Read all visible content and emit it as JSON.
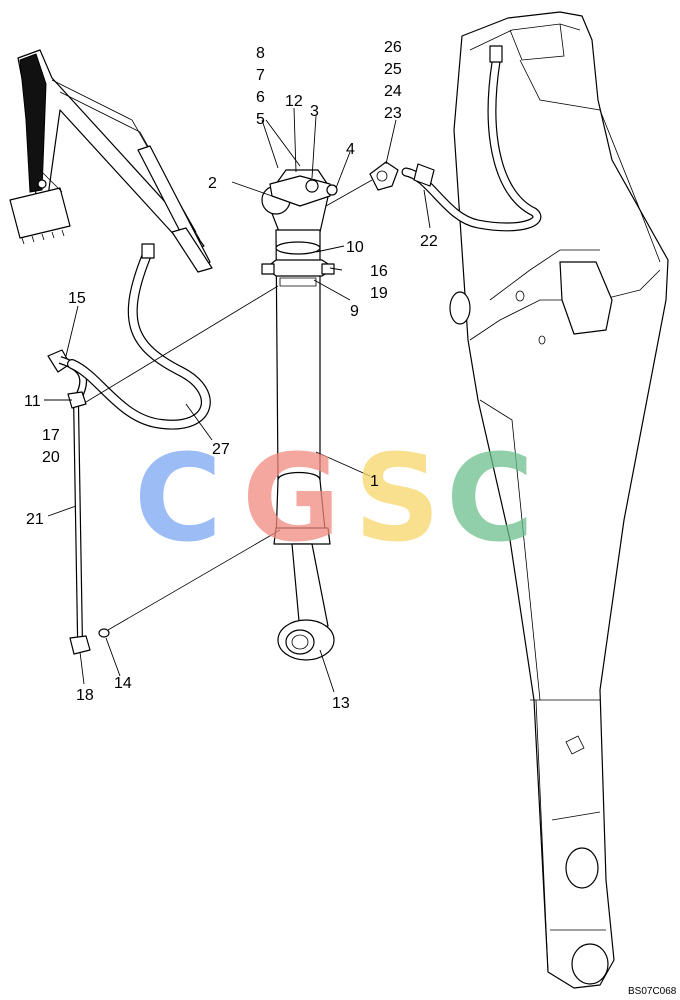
{
  "callouts": [
    {
      "id": "c8",
      "label": "8"
    },
    {
      "id": "c7",
      "label": "7"
    },
    {
      "id": "c6",
      "label": "6"
    },
    {
      "id": "c5",
      "label": "5"
    },
    {
      "id": "c12",
      "label": "12"
    },
    {
      "id": "c3",
      "label": "3"
    },
    {
      "id": "c4",
      "label": "4"
    },
    {
      "id": "c2",
      "label": "2"
    },
    {
      "id": "c26",
      "label": "26"
    },
    {
      "id": "c25",
      "label": "25"
    },
    {
      "id": "c24",
      "label": "24"
    },
    {
      "id": "c23",
      "label": "23"
    },
    {
      "id": "c22",
      "label": "22"
    },
    {
      "id": "c10",
      "label": "10"
    },
    {
      "id": "c16",
      "label": "16"
    },
    {
      "id": "c19",
      "label": "19"
    },
    {
      "id": "c9",
      "label": "9"
    },
    {
      "id": "c15",
      "label": "15"
    },
    {
      "id": "c11",
      "label": "11"
    },
    {
      "id": "c17",
      "label": "17"
    },
    {
      "id": "c20",
      "label": "20"
    },
    {
      "id": "c27",
      "label": "27"
    },
    {
      "id": "c1",
      "label": "1"
    },
    {
      "id": "c21",
      "label": "21"
    },
    {
      "id": "c14",
      "label": "14"
    },
    {
      "id": "c18",
      "label": "18"
    },
    {
      "id": "c13",
      "label": "13"
    }
  ],
  "figure_code": "BS07C068",
  "watermark": {
    "letters": [
      "C",
      "G",
      "S",
      "C"
    ],
    "colors": [
      "#7aa6f2",
      "#f08a80",
      "#f7d66a",
      "#6dbf8e"
    ]
  }
}
